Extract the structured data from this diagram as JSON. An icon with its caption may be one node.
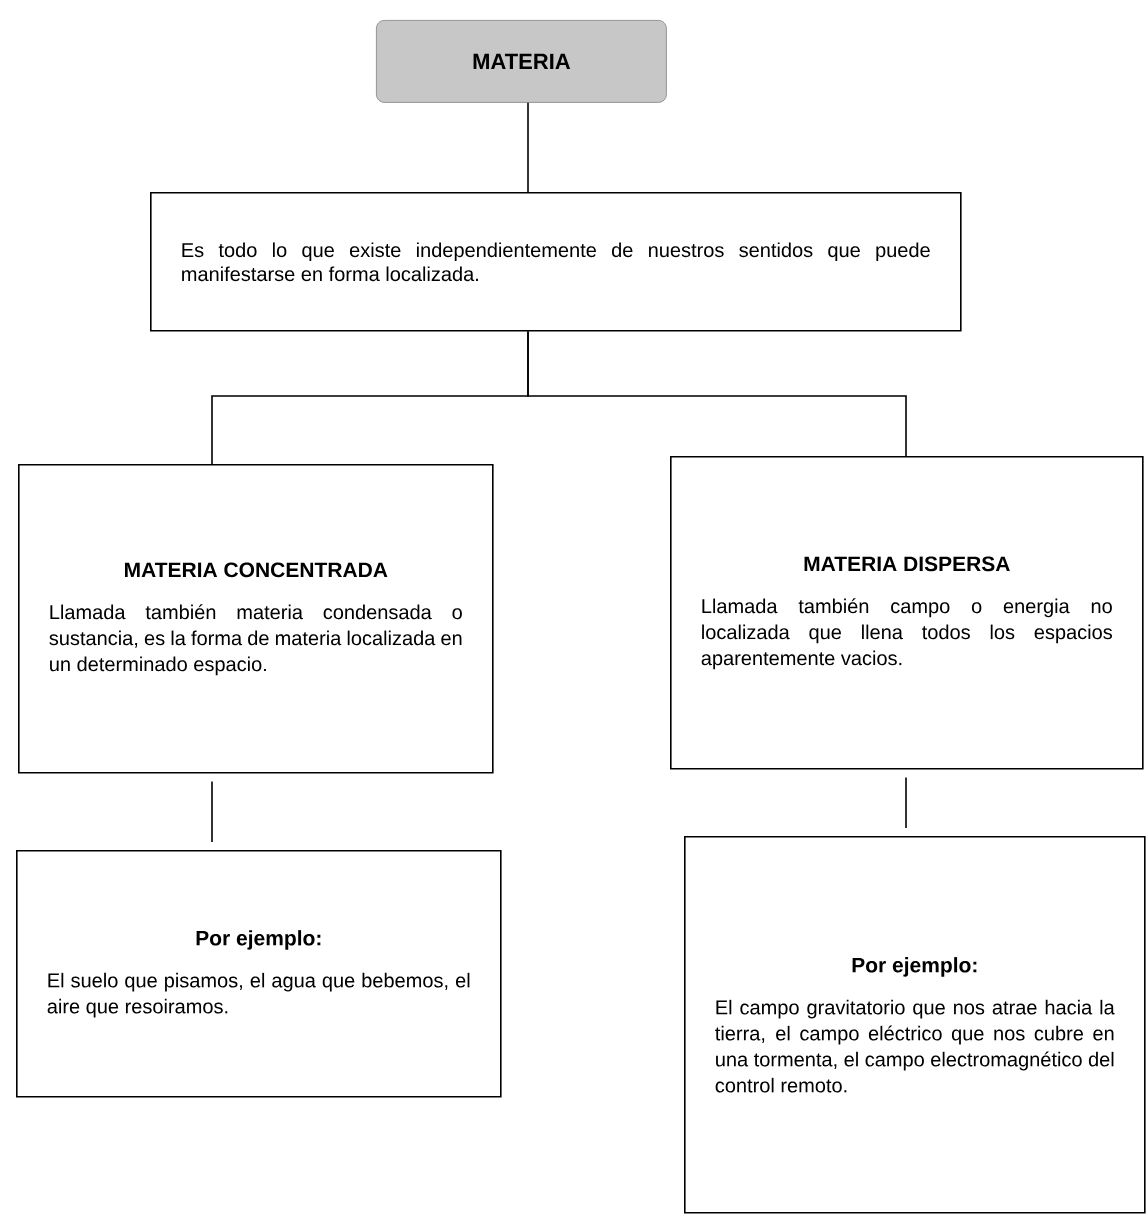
{
  "diagram": {
    "nodes": [
      {
        "text": [
          "MATERIA"
        ]
      },
      {
        "text": [
          "Es todo lo que existe independientemente de nuestros sentidos que puede manifestarse en forma localizada."
        ]
      },
      {
        "text": [
          "MATERIA CONCENTRADA",
          "Llamada también materia condensada o sustancia, es la forma de materia localizada en un determinado espacio."
        ]
      },
      {
        "text": [
          "MATERIA DISPERSA",
          "Llamada también campo o energia no localizada que llena todos los espacios aparentemente vacios."
        ]
      },
      {
        "text": [
          "Por ejemplo:",
          "El suelo que pisamos, el agua que bebemos, el aire que resoiramos."
        ]
      },
      {
        "text": [
          "Por ejemplo:",
          "El campo gravitatorio que nos atrae hacia la tierra, el campo eléctrico que nos cubre en una tormenta, el campo electromagnético del control remoto."
        ]
      }
    ],
    "edges": [
      {
        "from": 0,
        "to": 1,
        "arrow": "none"
      },
      {
        "from": 1,
        "to": 2,
        "arrow": "none"
      },
      {
        "from": 1,
        "to": 3,
        "arrow": "none"
      },
      {
        "from": 2,
        "to": 4,
        "arrow": "none"
      },
      {
        "from": 3,
        "to": 5,
        "arrow": "none"
      }
    ]
  }
}
